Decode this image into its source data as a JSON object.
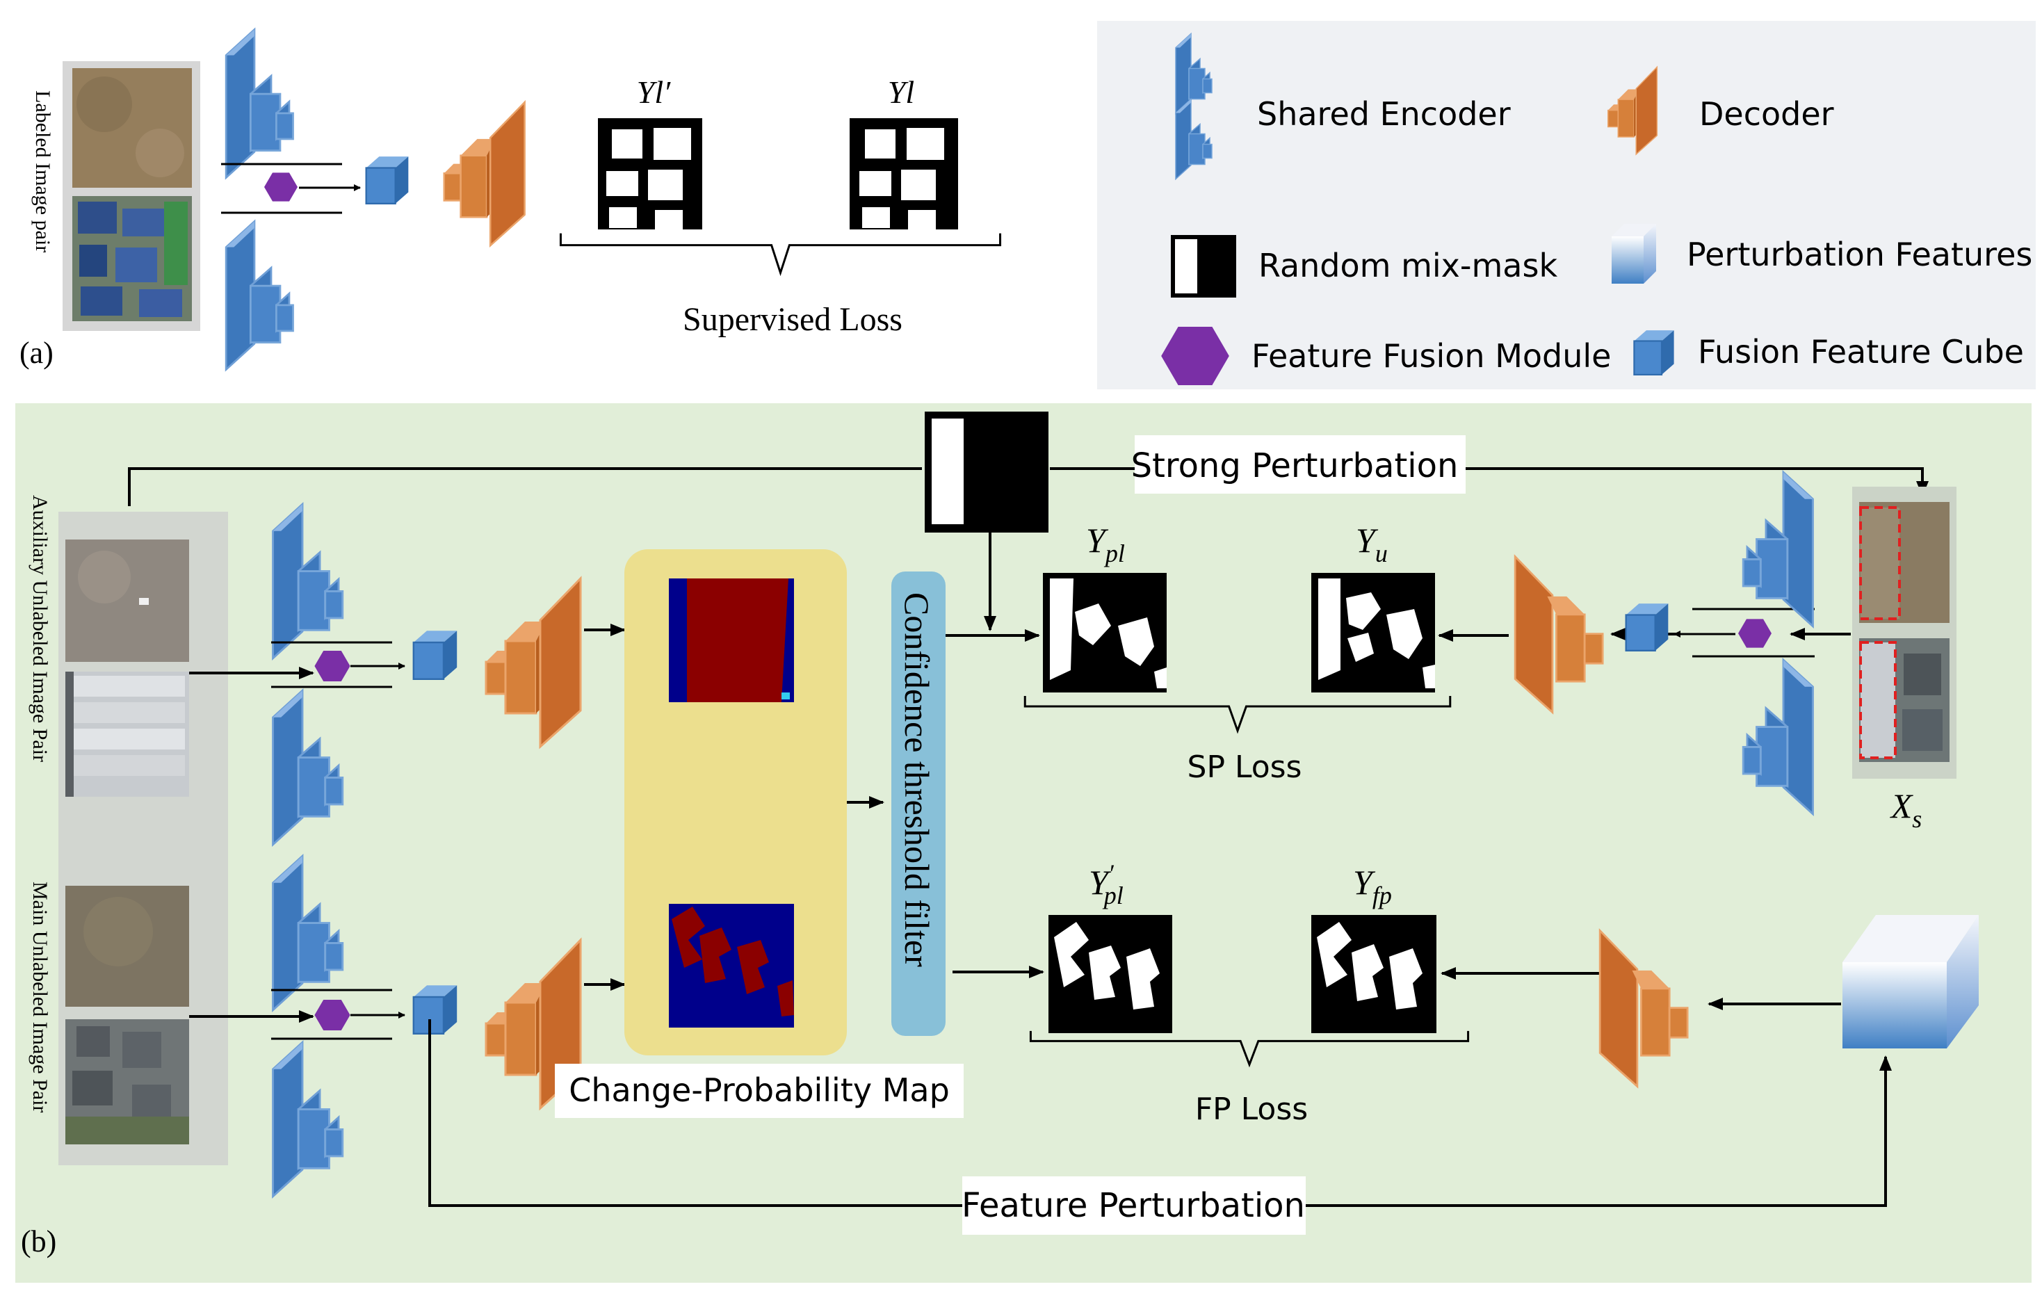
{
  "panel_a": {
    "tag": "(a)",
    "side_label": "Labeled Image pair",
    "mask_labels": [
      "Yl′",
      "Yl"
    ],
    "loss_label": "Supervised Loss"
  },
  "legend": {
    "shared_encoder": "Shared Encoder",
    "decoder": "Decoder",
    "random_mix_mask": "Random mix-mask",
    "perturbation_features": "Perturbation Features",
    "feature_fusion_module": "Feature Fusion Module",
    "fusion_feature_cube": "Fusion Feature Cube"
  },
  "panel_b": {
    "tag": "(b)",
    "aux_label": "Auxiliary Unlabeled Image Pair",
    "main_label": "Main Unlabeled Image Pair",
    "strong_perturbation": "Strong Perturbation",
    "confidence_filter": "Confidence threshold filter",
    "cpm_label": "Change-Probability Map",
    "sp_loss": "SP Loss",
    "fp_loss": "FP Loss",
    "feature_perturbation": "Feature Perturbation",
    "y_pl": {
      "main": "Y",
      "sub": "pl"
    },
    "y_u": {
      "main": "Y",
      "sub": "u"
    },
    "y_pl_prime": {
      "main": "Y",
      "prime": "′",
      "sub": "pl"
    },
    "y_fp": {
      "main": "Y",
      "sub": "fp"
    },
    "x_s": {
      "main": "X",
      "sub": "s"
    }
  },
  "colors": {
    "encoder_blue": "#3f7fc4",
    "decoder_orange": "#d0752e",
    "fusion_purple": "#7a2fa6",
    "panel_b_bg": "#e1eed8",
    "legend_bg": "#eff1f4",
    "cpm_bg": "#ecdf8e",
    "filter_bar": "#88c0d8",
    "prob_red": "#8b0000",
    "prob_blue": "#00008b"
  }
}
